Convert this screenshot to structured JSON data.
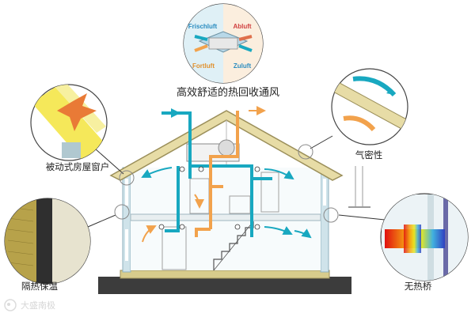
{
  "labels": {
    "heat_recovery": "高效舒适的热回收通风",
    "passive_windows": "被动式房屋窗户",
    "airtightness": "气密性",
    "insulation": "隔热保温",
    "no_thermal_bridge": "无热桥",
    "watermark": "大盛南极"
  },
  "hrv_unit": {
    "frischluft": "Frischluft",
    "abluft": "Abluft",
    "fortluft": "Fortluft",
    "zuluft": "Zuluft"
  },
  "colors": {
    "fresh_air": "#18a8c0",
    "exhaust_air": "#f2a24c",
    "roof_timber": "#d9c98a",
    "wall": "#cfe3ea",
    "ground": "#3c3c3c",
    "leader_line": "#333333"
  },
  "icons": [
    "logo-watermark-icon"
  ]
}
